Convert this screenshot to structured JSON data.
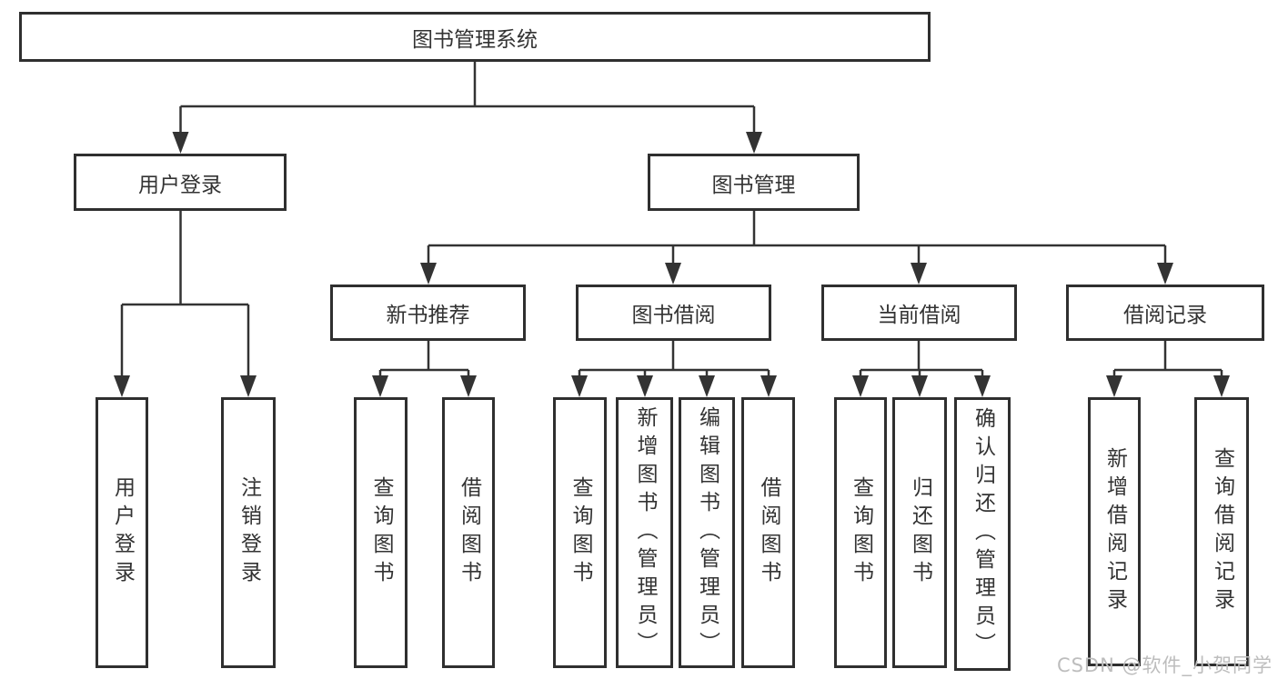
{
  "colors": {
    "line": "#333333",
    "box_border": "#2f2f2f",
    "box_fill": "#ffffff",
    "text": "#333333",
    "background": "#ffffff",
    "watermark": "#bdbdbd"
  },
  "watermark": "CSDN @软件_小贺同学",
  "tree": {
    "label": "图书管理系统",
    "children": [
      {
        "label": "用户登录",
        "children": [
          {
            "label": "用户登录"
          },
          {
            "label": "注销登录"
          }
        ]
      },
      {
        "label": "图书管理",
        "children": [
          {
            "label": "新书推荐",
            "children": [
              {
                "label": "查询图书"
              },
              {
                "label": "借阅图书"
              }
            ]
          },
          {
            "label": "图书借阅",
            "children": [
              {
                "label": "查询图书"
              },
              {
                "label": "新增图书（管理员）"
              },
              {
                "label": "编辑图书（管理员）"
              },
              {
                "label": "借阅图书"
              }
            ]
          },
          {
            "label": "当前借阅",
            "children": [
              {
                "label": "查询图书"
              },
              {
                "label": "归还图书"
              },
              {
                "label": "确认归还（管理员）"
              }
            ]
          },
          {
            "label": "借阅记录",
            "children": [
              {
                "label": "新增借阅记录"
              },
              {
                "label": "查询借阅记录"
              }
            ]
          }
        ]
      }
    ]
  }
}
